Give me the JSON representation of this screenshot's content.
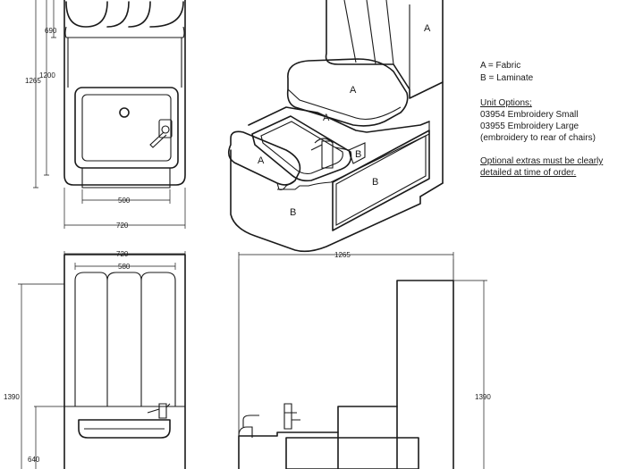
{
  "legend": {
    "fabric": "A = Fabric",
    "laminate": "B = Laminate"
  },
  "unit_options": {
    "heading": "Unit Options;",
    "items": [
      "03954 Embroidery Small",
      "03955 Embroidery Large",
      "(embroidery to rear of chairs)"
    ]
  },
  "optional_note": {
    "line1": "Optional extras must be clearly",
    "line2": "detailed at time of order."
  },
  "dimensions": {
    "top_690": "690",
    "top_1200": "1200",
    "top_1265": "1265",
    "top_500": "500",
    "top_720": "720",
    "front_720": "720",
    "front_580": "580",
    "front_1390": "1390",
    "front_640": "640",
    "side_1265": "1265",
    "side_1390": "1390"
  },
  "part_labels": {
    "a_back": "A",
    "a_seat": "A",
    "a_armrest_seat": "A",
    "a_armrest": "A",
    "b_small": "B",
    "b_panel": "B",
    "b_base": "B"
  }
}
